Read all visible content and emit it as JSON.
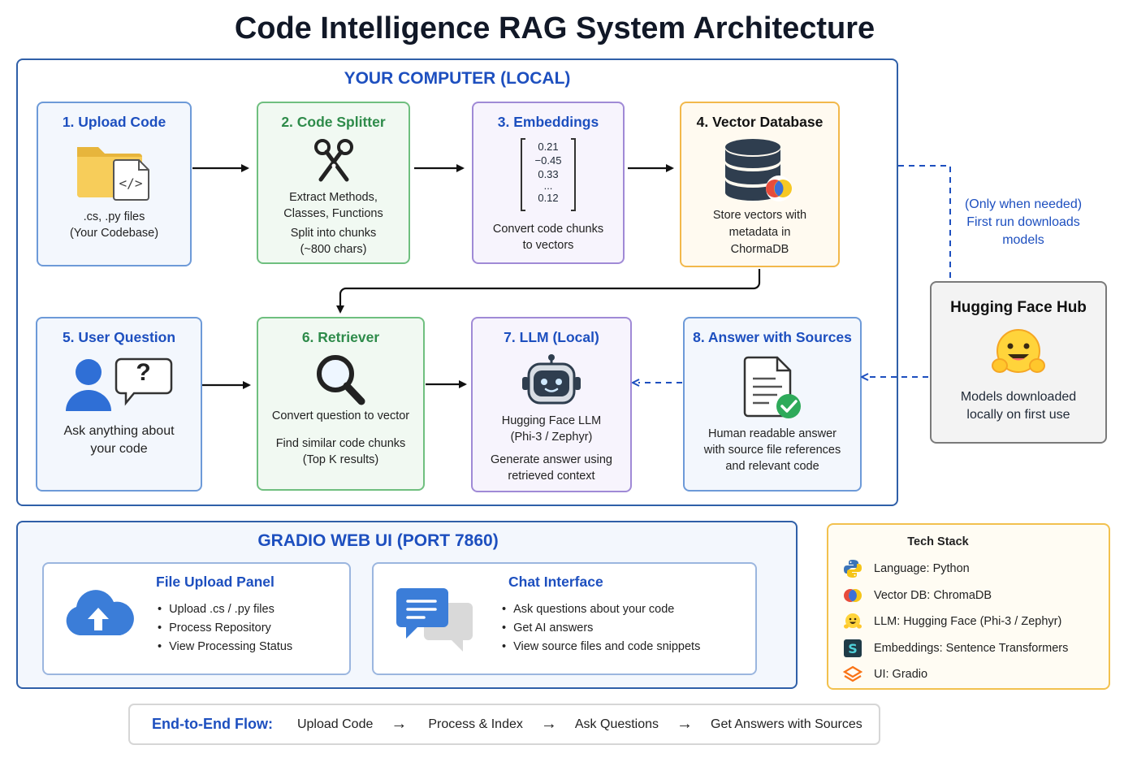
{
  "title": "Code Intelligence RAG System Architecture",
  "local_region": {
    "title": "YOUR COMPUTER (LOCAL)"
  },
  "cards": {
    "upload": {
      "title": "1. Upload Code",
      "line1": ".cs, .py files",
      "line2": "(Your Codebase)",
      "icon": "folder-code-icon"
    },
    "splitter": {
      "title": "2. Code Splitter",
      "line1": "Extract Methods,",
      "line2": "Classes, Functions",
      "line3": "Split into chunks",
      "line4": "(~800 chars)",
      "icon": "scissors-icon"
    },
    "embeddings": {
      "title": "3. Embeddings",
      "vector": [
        "0.21",
        "−0.45",
        "0.33",
        "...",
        "0.12"
      ],
      "line1": "Convert code chunks",
      "line2": "to vectors"
    },
    "vectordb": {
      "title": "4. Vector Database",
      "line1": "Store vectors with",
      "line2": "metadata in",
      "line3": "ChormaDB",
      "icon": "database-icon"
    },
    "question": {
      "title": "5. User Question",
      "line1": "Ask anything about",
      "line2": "your code",
      "bubble": "?",
      "icon": "user-question-icon"
    },
    "retriever": {
      "title": "6. Retriever",
      "line1": "Convert question to vector",
      "line2": "Find similar code chunks",
      "line3": "(Top K results)",
      "icon": "magnifier-icon"
    },
    "llm": {
      "title": "7. LLM (Local)",
      "line1": "Hugging Face LLM",
      "line2": "(Phi-3 / Zephyr)",
      "line3": "Generate answer using",
      "line4": "retrieved context",
      "icon": "robot-icon"
    },
    "answer": {
      "title": "8. Answer with Sources",
      "line1": "Human readable answer",
      "line2": "with source file references",
      "line3": "and relevant code",
      "icon": "document-check-icon"
    }
  },
  "hub": {
    "title": "Hugging Face Hub",
    "line1": "Models downloaded",
    "line2": "locally on first use",
    "note1": "(Only when needed)",
    "note2": "First run downloads",
    "note3": "models",
    "icon": "hugging-face-emoji-icon"
  },
  "gradio": {
    "title": "GRADIO WEB UI (PORT 7860)",
    "file_panel": {
      "title": "File Upload Panel",
      "items": [
        "Upload .cs / .py files",
        "Process Repository",
        "View Processing Status"
      ],
      "icon": "cloud-upload-icon"
    },
    "chat": {
      "title": "Chat Interface",
      "items": [
        "Ask questions about your code",
        "Get AI answers",
        "View source files and code snippets"
      ],
      "icon": "chat-bubbles-icon"
    }
  },
  "tech_stack": {
    "title": "Tech Stack",
    "items": [
      {
        "label": "Language: Python",
        "icon": "python-icon"
      },
      {
        "label": "Vector DB: ChromaDB",
        "icon": "chromadb-icon"
      },
      {
        "label": "LLM: Hugging Face (Phi-3 / Zephyr)",
        "icon": "hugging-face-icon"
      },
      {
        "label": "Embeddings: Sentence Transformers",
        "icon": "sentence-transformers-icon"
      },
      {
        "label": "UI: Gradio",
        "icon": "gradio-icon"
      }
    ]
  },
  "flow": {
    "label": "End-to-End Flow:",
    "steps": [
      "Upload Code",
      "Process & Index",
      "Ask Questions",
      "Get Answers with Sources"
    ],
    "arrow": "→"
  },
  "colors": {
    "region_border": "#2f5fa8",
    "accent_blue": "#1d4fbf",
    "green": "#2e8b4a",
    "dashed_link": "#1d4fbf",
    "tech_border": "#f2c14e"
  }
}
